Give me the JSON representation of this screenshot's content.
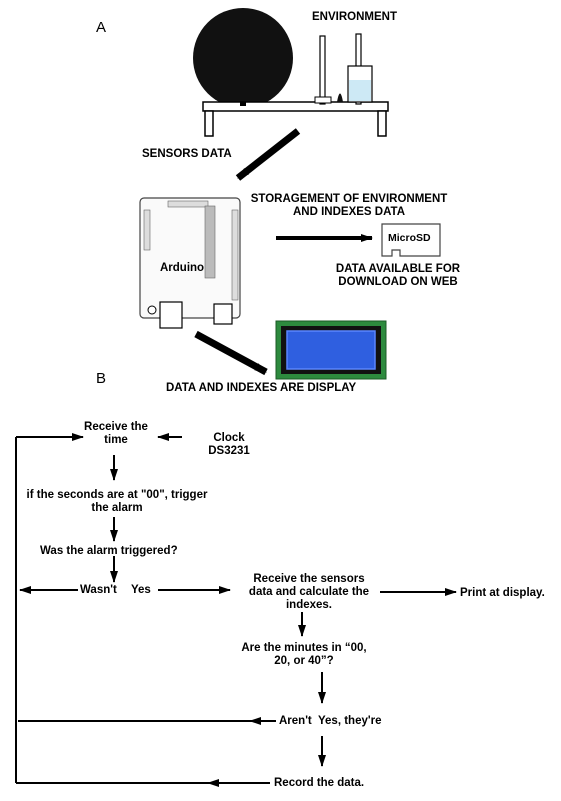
{
  "panels": {
    "a": "A",
    "b": "B"
  },
  "top": {
    "environment": "ENVIRONMENT",
    "sensors_data": "SENSORS DATA",
    "storage_line1": "STORAGEMENT OF ENVIRONMENT",
    "storage_line2": "AND INDEXES DATA",
    "arduino": "Arduino",
    "microsd": "MicroSD",
    "download_line1": "DATA AVAILABLE FOR",
    "download_line2": "DOWNLOAD ON WEB",
    "display": "DATA AND INDEXES ARE DISPLAY"
  },
  "flow": {
    "receive_time_1": "Receive the",
    "receive_time_2": "time",
    "clock_1": "Clock",
    "clock_2": "DS3231",
    "seconds_1": "if the seconds are at \"00\", trigger",
    "seconds_2": "the alarm",
    "alarm_q": "Was the alarm triggered?",
    "wasnt": "Wasn't",
    "yes": "Yes",
    "receive_sensors_1": "Receive the sensors",
    "receive_sensors_2": "data and calculate the",
    "receive_sensors_3": "indexes.",
    "print": "Print at display.",
    "minutes_1": "Are the minutes in “00,",
    "minutes_2": "20, or 40”?",
    "arent": "Aren't",
    "yes_theyre": "Yes, they're",
    "record": "Record the data."
  }
}
